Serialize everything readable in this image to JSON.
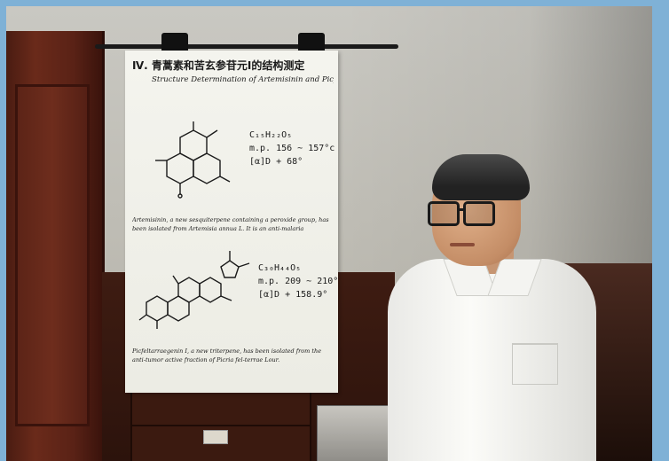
{
  "poster": {
    "title": "Ⅳ. 青蒿素和苦玄参苷元Ⅰ的结构测定",
    "subtitle": "Structure Determination of Artemisinin and Picfeltarraenone",
    "compound1": {
      "formula": "C₁₅H₂₂O₅",
      "mp": "m.p. 156 ~ 157°c",
      "rotation": "[α]D + 68°",
      "caption": "Artemisinin, a new sesquiterpene containing a peroxide group, has been isolated from Artemisia annua L. It is an anti-malaria constituent."
    },
    "compound2": {
      "formula": "C₃₀H₄₄O₅",
      "mp": "m.p. 209 ~ 210°",
      "rotation": "[α]D + 158.9°",
      "caption": "Picfeltarraegenin I, a new triterpene, has been isolated from the anti-tumor active fraction of Picria fel-terrae Lour."
    }
  },
  "colors": {
    "frame": "#7fb1d6",
    "cabinet": "#5a2216",
    "poster_paper": "#f4f4ee"
  }
}
